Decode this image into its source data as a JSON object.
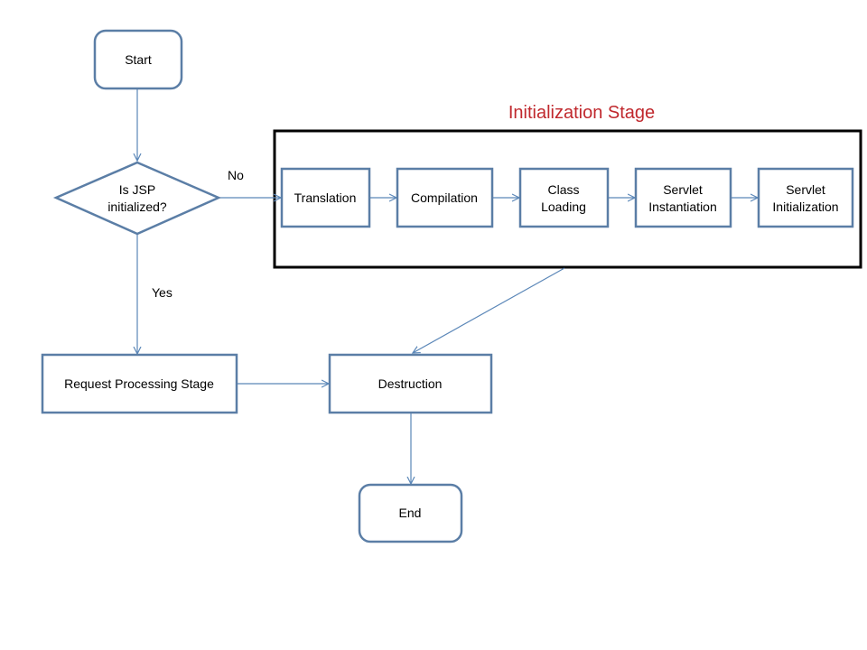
{
  "colors": {
    "node_stroke": "#5b7ea6",
    "edge": "#5b87b8",
    "stage_box": "#000000",
    "stage_title": "#c0282d"
  },
  "nodes": {
    "start": "Start",
    "decision_line1": "Is JSP",
    "decision_line2": "initialized?",
    "translation": "Translation",
    "compilation": "Compilation",
    "class_loading_line1": "Class",
    "class_loading_line2": "Loading",
    "servlet_instantiation_line1": "Servlet",
    "servlet_instantiation_line2": "Instantiation",
    "servlet_initialization_line1": "Servlet",
    "servlet_initialization_line2": "Initialization",
    "request_processing": "Request Processing Stage",
    "destruction": "Destruction",
    "end": "End"
  },
  "edge_labels": {
    "no": "No",
    "yes": "Yes"
  },
  "group": {
    "title": "Initialization Stage"
  }
}
